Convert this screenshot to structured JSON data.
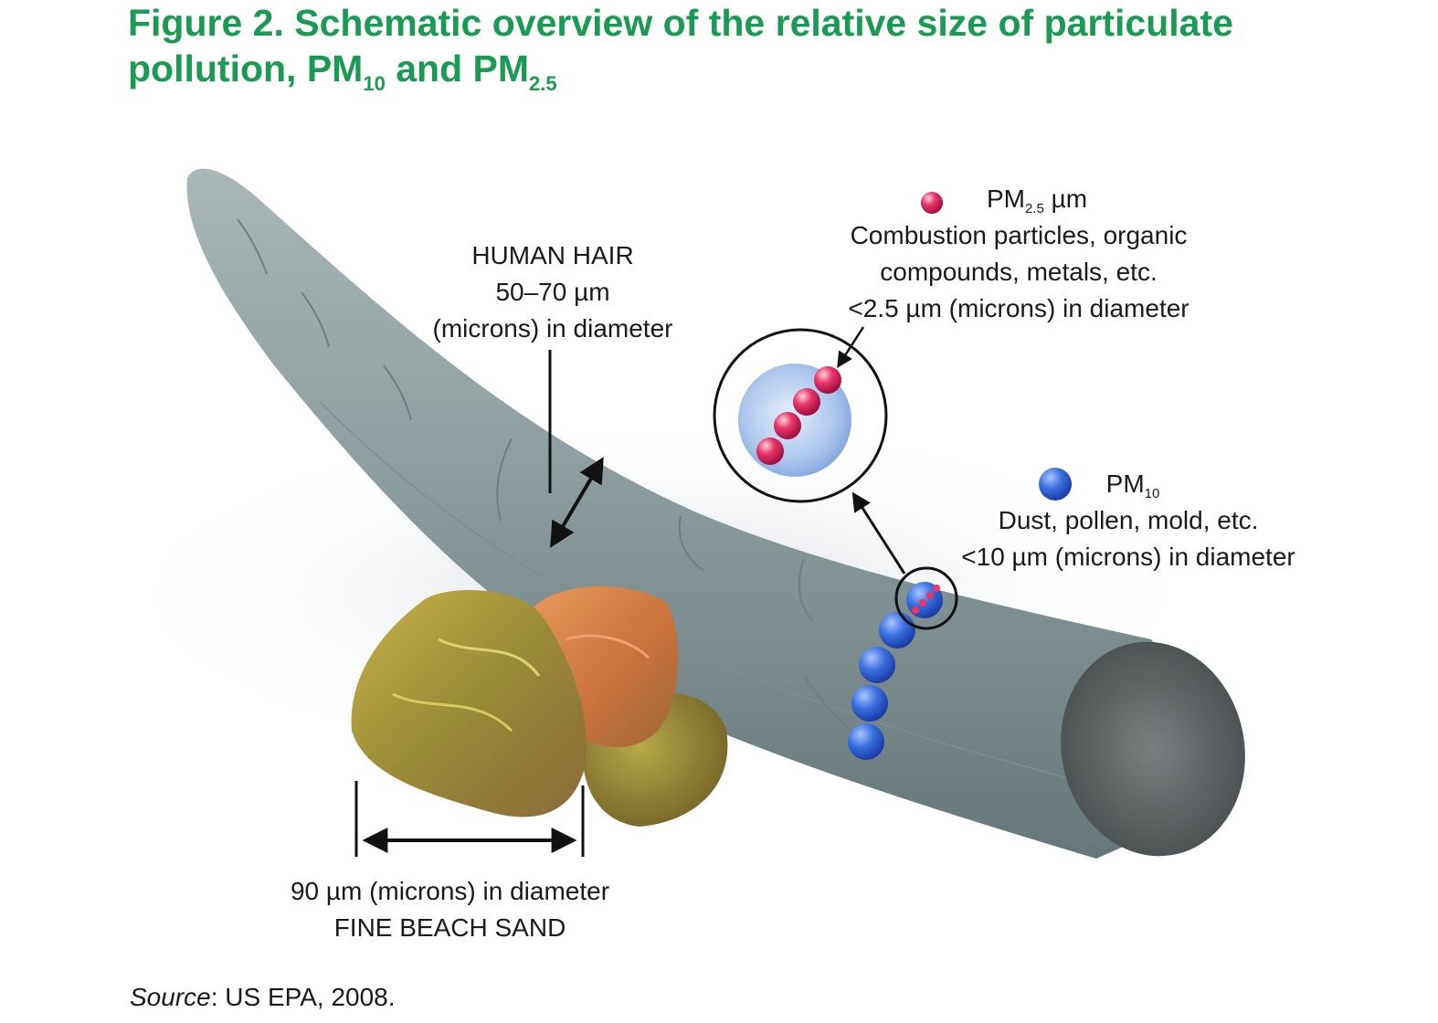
{
  "title": {
    "text_before": "Figure 2. Schematic overview of the relative size of particulate pollution, PM",
    "sub_10": "10",
    "text_mid": " and PM",
    "sub_25": "2.5"
  },
  "human_hair": {
    "line1": "HUMAN HAIR",
    "line2": "50–70 µm",
    "line3": "(microns) in diameter"
  },
  "pm25": {
    "label_prefix": "PM",
    "label_sub": "2.5",
    "label_suffix": " µm",
    "line1": "Combustion particles, organic",
    "line2": "compounds, metals, etc.",
    "line3": "<2.5 µm (microns) in diameter",
    "color": "#e0204a"
  },
  "pm10": {
    "label_prefix": "PM",
    "label_sub": "10",
    "line1": "Dust, pollen, mold, etc.",
    "line2": "<10 µm (microns) in diameter",
    "color": "#2a5fd8"
  },
  "sand": {
    "line1": "90 µm (microns) in diameter",
    "line2": "FINE BEACH SAND"
  },
  "source": {
    "label": "Source",
    "text": ": US EPA, 2008."
  },
  "colors": {
    "title": "#1a9a52",
    "hair": "#8a9a9c",
    "sand": "#a89a3a"
  }
}
